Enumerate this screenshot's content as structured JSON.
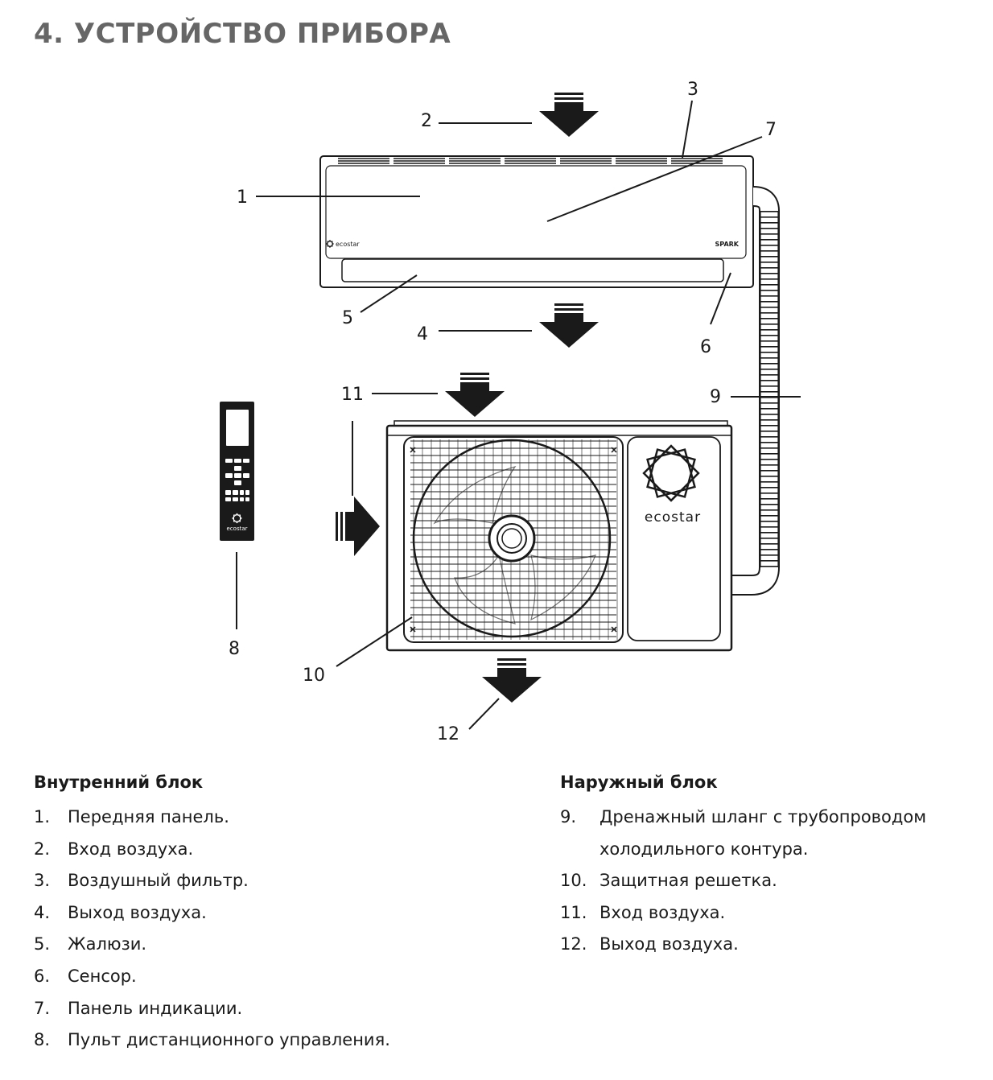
{
  "title": "4. УСТРОЙСТВО ПРИБОРА",
  "diagram": {
    "indoor_unit": {
      "brand_label": "ecostar",
      "model_label": "SPARK"
    },
    "outdoor_unit": {
      "brand_label": "ecostar"
    },
    "remote": {
      "brand_label": "ecostar"
    },
    "callouts": [
      "1",
      "2",
      "3",
      "4",
      "5",
      "6",
      "7",
      "8",
      "9",
      "10",
      "11",
      "12"
    ]
  },
  "legend_indoor": {
    "heading": "Внутренний блок",
    "items": [
      {
        "num": "1.",
        "text": "Передняя панель."
      },
      {
        "num": "2.",
        "text": "Вход воздуха."
      },
      {
        "num": "3.",
        "text": "Воздушный фильтр."
      },
      {
        "num": "4.",
        "text": "Выход воздуха."
      },
      {
        "num": "5.",
        "text": "Жалюзи."
      },
      {
        "num": "6.",
        "text": "Сенсор."
      },
      {
        "num": "7.",
        "text": "Панель индикации."
      },
      {
        "num": "8.",
        "text": "Пульт дистанционного управления."
      }
    ]
  },
  "legend_outdoor": {
    "heading": "Наружный блок",
    "items": [
      {
        "num": "9.",
        "text": "Дренажный шланг с трубопроводом холодильного контура."
      },
      {
        "num": "10.",
        "text": "Защитная решетка."
      },
      {
        "num": "11.",
        "text": "Вход воздуха."
      },
      {
        "num": "12.",
        "text": "Выход воздуха."
      }
    ]
  }
}
